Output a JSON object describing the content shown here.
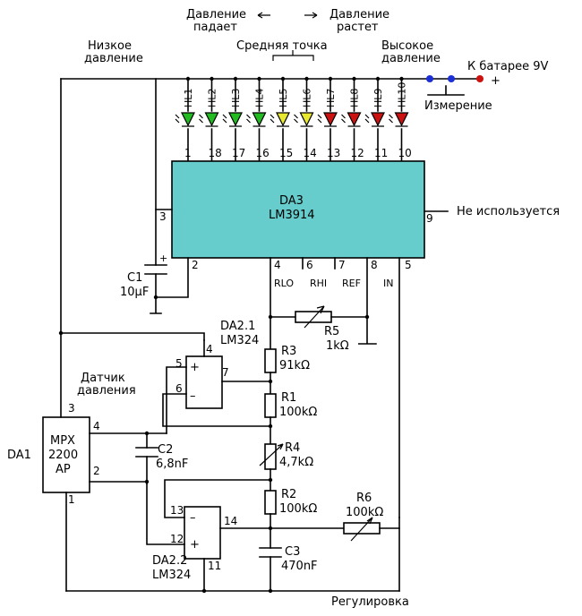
{
  "top": {
    "pressure_falls": "Давление\nпадает",
    "pressure_rises": "Давление\nрастет",
    "low_pressure": "Низкое\nдавление",
    "high_pressure": "Высокое\nдавление",
    "mid_point": "Средняя  точка",
    "battery": "К  батарее 9V",
    "plus": "+",
    "measure": "Измерение"
  },
  "leds": {
    "labels": [
      "HL1",
      "HL2",
      "HL3",
      "HL4",
      "HL5",
      "HL6",
      "HL7",
      "HL8",
      "HL9",
      "HL10"
    ],
    "colors": [
      "#22bb22",
      "#22bb22",
      "#22bb22",
      "#22bb22",
      "#e8e830",
      "#e8e830",
      "#cc1111",
      "#cc1111",
      "#cc1111",
      "#cc1111"
    ],
    "pins": [
      "1",
      "18",
      "17",
      "16",
      "15",
      "14",
      "13",
      "12",
      "11",
      "10"
    ]
  },
  "da3": {
    "name": "DA3",
    "part": "LM3914",
    "fill": "#66cccc",
    "pin3": "3",
    "pin9": "9",
    "pin2": "2",
    "pin4": "4",
    "pin6": "6",
    "pin7": "7",
    "pin8": "8",
    "pin5": "5",
    "rlo": "RLO",
    "rhi": "RHI",
    "ref": "REF",
    "in": "IN",
    "not_used": "Не  используется"
  },
  "c1": {
    "name": "C1",
    "value": "10µF",
    "plus": "+"
  },
  "r5": {
    "name": "R5",
    "value": "1kΩ"
  },
  "da21": {
    "name": "DA2.1",
    "part": "LM324",
    "pin5": "5",
    "pin4": "4",
    "pin6": "6",
    "pin7": "7",
    "plus": "+",
    "minus": "–"
  },
  "r3": {
    "name": "R3",
    "value": "91kΩ"
  },
  "sensor_label": "Датчик\nдавления",
  "r1": {
    "name": "R1",
    "value": "100kΩ"
  },
  "da1": {
    "name": "DA1",
    "line1": "MPX",
    "line2": "2200",
    "line3": "AP",
    "pin3": "3",
    "pin4": "4",
    "pin2": "2",
    "pin1": "1"
  },
  "c2": {
    "name": "C2",
    "value": "6,8nF"
  },
  "r4": {
    "name": "R4",
    "value": "4,7kΩ"
  },
  "r2": {
    "name": "R2",
    "value": "100kΩ"
  },
  "r6": {
    "name": "R6",
    "value": "100kΩ"
  },
  "da22": {
    "name": "DA2.2",
    "part": "LM324",
    "pin13": "13",
    "pin12": "12",
    "pin14": "14",
    "pin11": "11",
    "plus": "+",
    "minus": "–"
  },
  "c3": {
    "name": "C3",
    "value": "470nF"
  },
  "adjust": "Регулировка"
}
